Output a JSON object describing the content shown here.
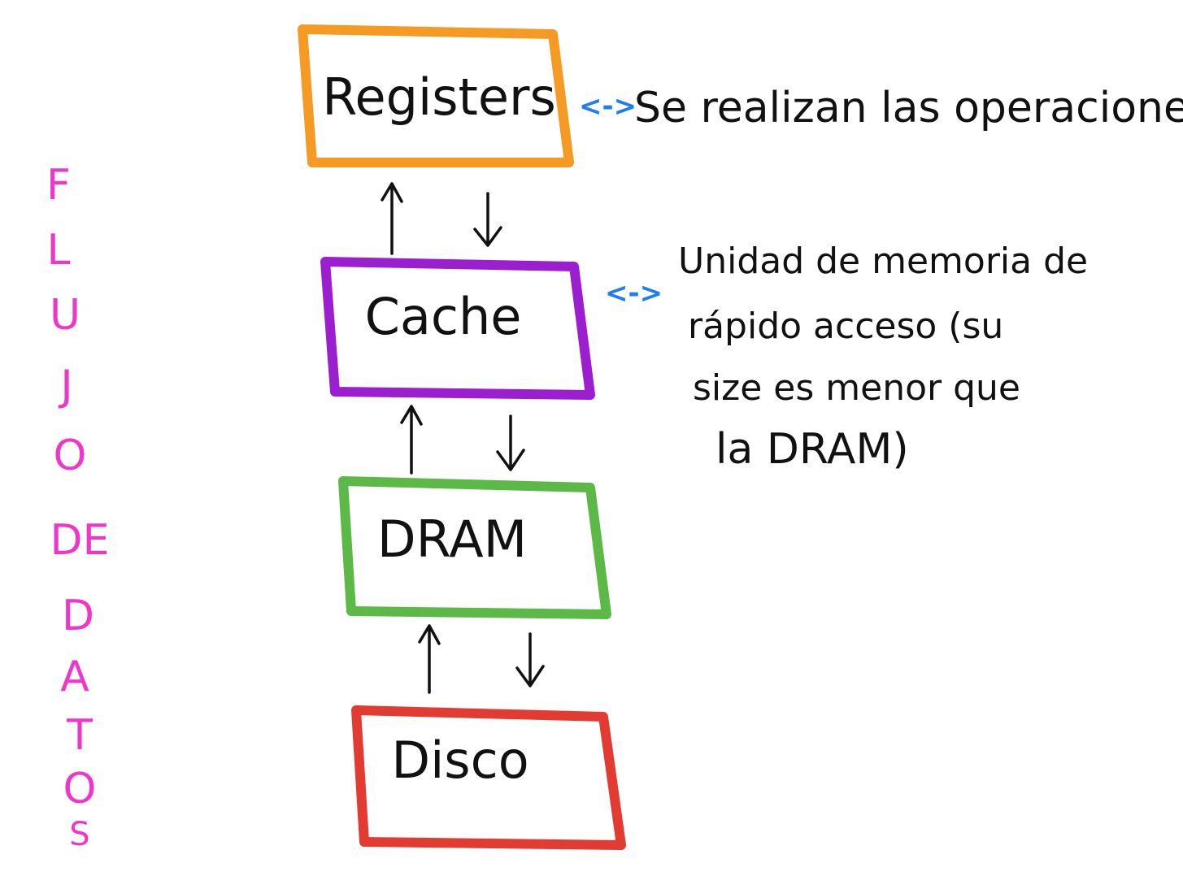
{
  "side_title": [
    "F",
    "L",
    "U",
    "J",
    "O",
    "DE",
    "D",
    "A",
    "T",
    "O",
    "S"
  ],
  "boxes": [
    {
      "label": "Registers",
      "color": "#f59a23"
    },
    {
      "label": "Cache",
      "color": "#9b1fcf"
    },
    {
      "label": "DRAM",
      "color": "#5cb947"
    },
    {
      "label": "Disco",
      "color": "#e23b32"
    }
  ],
  "side_color": "#f036c8",
  "link_color": "#1e7ef0",
  "link_symbol": "<->",
  "notes": {
    "registers": "Se realizan las operaciones",
    "cache": [
      "Unidad de memoria de",
      "rápido acceso (su",
      "size es menor que",
      "la DRAM)"
    ]
  }
}
